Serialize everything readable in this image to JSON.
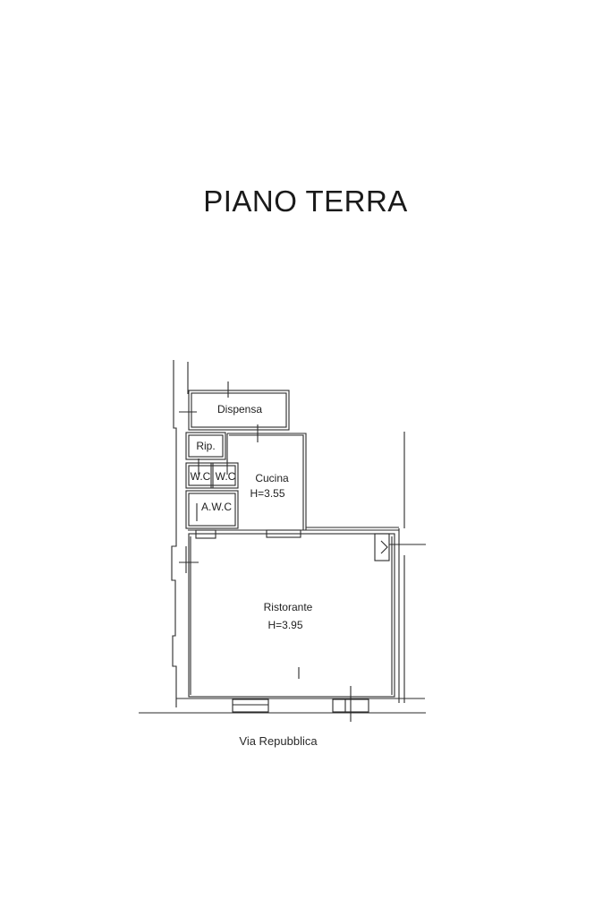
{
  "plan": {
    "title": "PIANO TERRA",
    "rooms": {
      "dispensa": {
        "name": "Dispensa"
      },
      "ripostiglio": {
        "name": "Rip."
      },
      "wc_1": {
        "name": "W.C"
      },
      "wc_2": {
        "name": "W.C"
      },
      "awc": {
        "name": "A.W.C"
      },
      "cucina": {
        "name": "Cucina",
        "height": "H=3.55"
      },
      "ristorante": {
        "name": "Ristorante",
        "height": "H=3.95"
      }
    },
    "street": "Via Repubblica"
  }
}
